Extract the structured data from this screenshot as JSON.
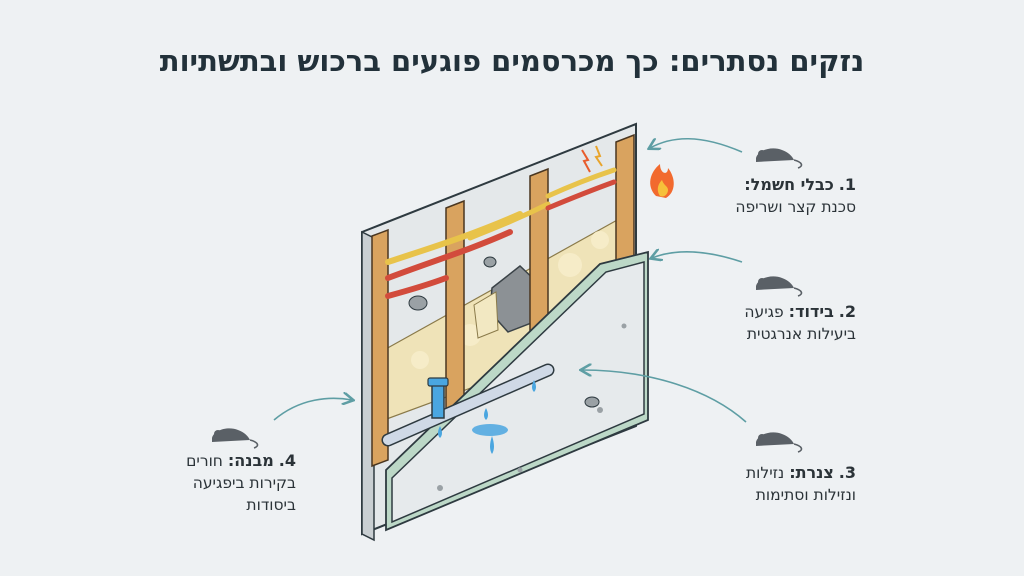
{
  "title": "נזקים נסתרים: כך מכרסמים פוגעים ברכוש ובתשתיות",
  "callouts": [
    {
      "num": "1.",
      "head": "כבלי חשמל:",
      "desc_lines": [
        "סכנת קצר ושריפה"
      ]
    },
    {
      "num": "2.",
      "head": "בידוד:",
      "desc_first": "פגיעה",
      "desc_lines": [
        "ביעילות אנרגטית"
      ]
    },
    {
      "num": "3.",
      "head": "צנרת:",
      "desc_first": "נזילות",
      "desc_lines": [
        "ונזילות וסתימות"
      ]
    },
    {
      "num": "4.",
      "head": "מבנה:",
      "desc_first": "חורים",
      "desc_lines": [
        "בקירות ביפגיעה",
        "ביסודות"
      ]
    }
  ],
  "icons": [
    "rat-icon",
    "fire-icon",
    "spark-icon",
    "water-drop-icon"
  ],
  "colors": {
    "background": "#eef1f3",
    "stud": "#d9a35f",
    "drywall": "#e4e8ea",
    "insulation": "#efe3b8",
    "green_board": "#bcd8c7",
    "wire_red": "#d24b3c",
    "wire_yellow": "#e8c34a",
    "pipe": "#cfd9e6",
    "water": "#4aa6e0",
    "arrow": "#5e9ea4",
    "rat": "#5a6066"
  }
}
